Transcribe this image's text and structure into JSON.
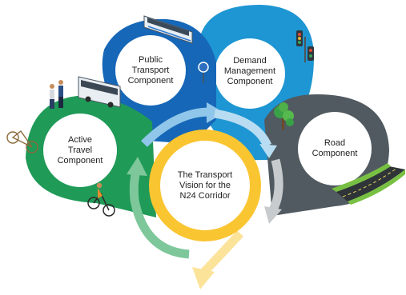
{
  "diagram": {
    "components": {
      "public_transport": [
        "Public",
        "Transport",
        "Component"
      ],
      "demand_management": [
        "Demand",
        "Management",
        "Component"
      ],
      "active_travel": [
        "Active",
        "Travel",
        "Component"
      ],
      "road": [
        "Road",
        "Component"
      ],
      "vision": [
        "The  Transport",
        "Vision for the",
        "N24 Corridor"
      ]
    },
    "icons": [
      "tram-icon",
      "bus-icon",
      "traffic-light-icon",
      "bus-stop-sign-icon",
      "pedestrians-icon",
      "bicycle-icon",
      "cyclist-icon",
      "tree-icon",
      "road-icon",
      "cycle-arrow-icon"
    ],
    "colors": {
      "public_transport": "#1667b7",
      "demand_management": "#1e96d3",
      "active_travel": "#1f9a57",
      "road": "#505a60",
      "vision": "#f9c531"
    }
  }
}
